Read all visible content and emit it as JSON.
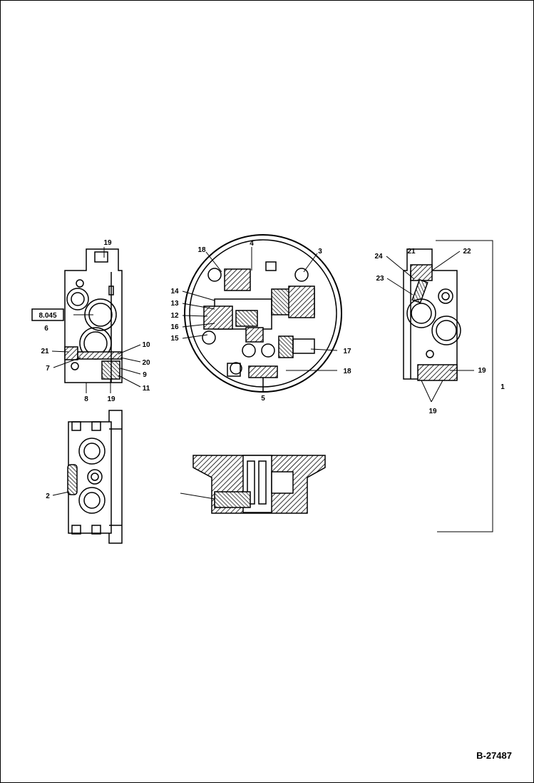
{
  "document_id": "B-27487",
  "reference_box": "8.045",
  "callouts": {
    "c19_top": "19",
    "c6": "6",
    "c21": "21",
    "c7": "7",
    "c10": "10",
    "c20": "20",
    "c9": "9",
    "c11": "11",
    "c8": "8",
    "c19_bottom": "19",
    "c2": "2",
    "c18_top": "18",
    "c4": "4",
    "c3": "3",
    "c14": "14",
    "c13": "13",
    "c12": "12",
    "c16": "16",
    "c15": "15",
    "c17": "17",
    "c18_bottom": "18",
    "c5": "5",
    "c24": "24",
    "c21_right": "21",
    "c22": "22",
    "c23": "23",
    "c19_right": "19",
    "c19_right_bottom": "19",
    "c1": "1"
  }
}
